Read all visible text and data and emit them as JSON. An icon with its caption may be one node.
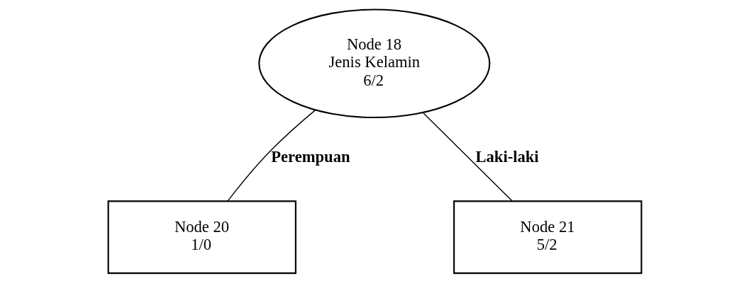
{
  "diagram": {
    "nodes": [
      {
        "text": [
          "Node 18",
          "Jenis Kelamin",
          "6/2"
        ]
      },
      {
        "text": [
          "Node 20",
          "1/0"
        ]
      },
      {
        "text": [
          "Node 21",
          "5/2"
        ]
      }
    ],
    "edges": [
      {
        "from": 0,
        "to": 1,
        "arrow": "none",
        "label": "Perempuan"
      },
      {
        "from": 0,
        "to": 2,
        "arrow": "none",
        "label": "Laki-laki"
      }
    ]
  }
}
